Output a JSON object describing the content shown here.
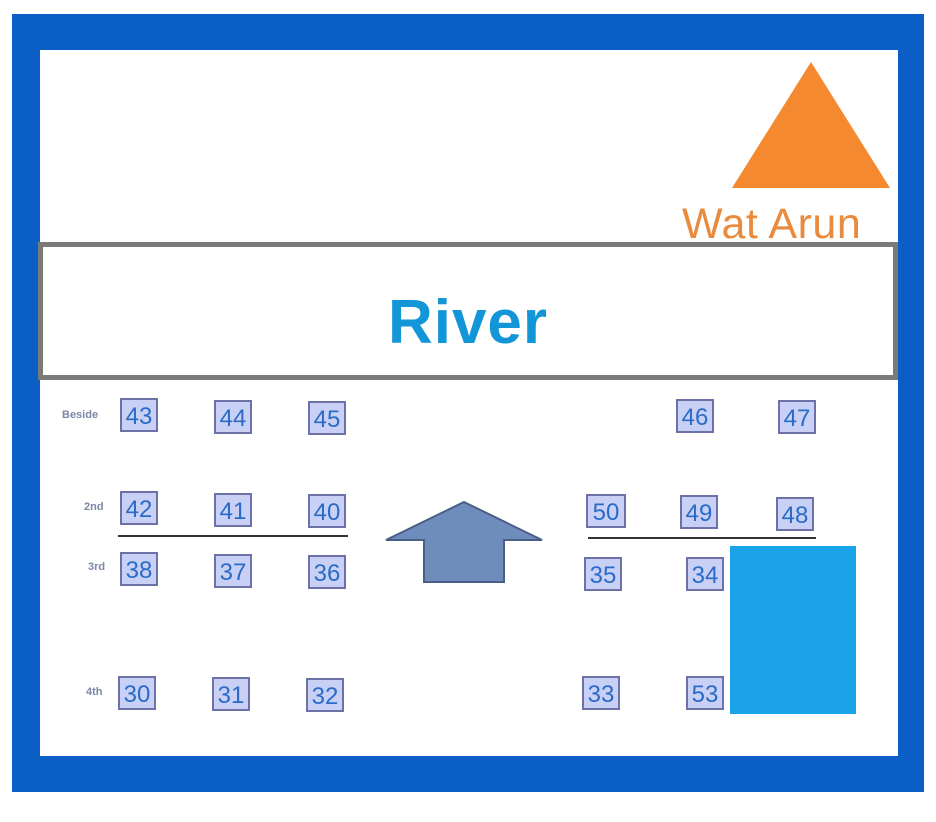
{
  "landmark": {
    "label": "Wat Arun",
    "color": "#ea8a3c"
  },
  "river": {
    "label": "River",
    "color": "#1296d8"
  },
  "frame_color": "#0b5ec6",
  "row_labels": {
    "beside": "Beside",
    "second": "2nd",
    "third": "3rd",
    "fourth": "4th"
  },
  "stalls": {
    "s43": "43",
    "s44": "44",
    "s45": "45",
    "s46": "46",
    "s47": "47",
    "s42": "42",
    "s41": "41",
    "s40": "40",
    "s50": "50",
    "s49": "49",
    "s48": "48",
    "s38": "38",
    "s37": "37",
    "s36": "36",
    "s35": "35",
    "s34": "34",
    "s30": "30",
    "s31": "31",
    "s32": "32",
    "s33": "33",
    "s53": "53"
  },
  "icons": {
    "landmark": "orange-triangle-icon",
    "direction": "up-arrow-icon"
  }
}
